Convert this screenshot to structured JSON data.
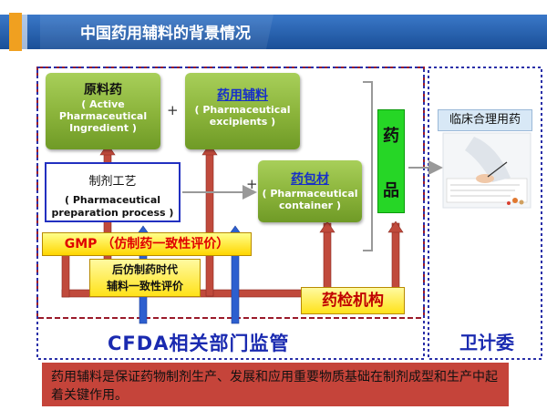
{
  "title": "中国药用辅料的背景情况",
  "api": {
    "title": "原料药",
    "sub": "( Active Pharmaceutical Ingredient )"
  },
  "excipients": {
    "title": "药用辅料",
    "sub": "( Pharmaceutical excipients )"
  },
  "container": {
    "title": "药包材",
    "sub": "( Pharmaceutical container )"
  },
  "process": {
    "title": "制剂工艺",
    "sub": "( Pharmaceutical preparation process )"
  },
  "drug_product": {
    "char1": "药",
    "char2": "品"
  },
  "clinical": {
    "label": "临床合理用药"
  },
  "gmp": {
    "label": "GMP （仿制药一致性评价）"
  },
  "post_eval": {
    "line1": "后仿制药时代",
    "line2": "辅料一致性评价"
  },
  "inspection": {
    "label": "药检机构"
  },
  "cfda": {
    "label": "CFDA相关部门监管"
  },
  "health_commission": {
    "label": "卫计委"
  },
  "plus_sign": "+",
  "note": "药用辅料是保证药物制剂生产、发展和应用重要物质基础在制剂成型和生产中起着关键作用。",
  "colors": {
    "title_bar": "#1f5aa8",
    "arrow_red": "#c04a3c",
    "arrow_blue": "#2d5fcf",
    "frame_red": "#9a1a2a",
    "frame_blue": "#2a30a8"
  }
}
